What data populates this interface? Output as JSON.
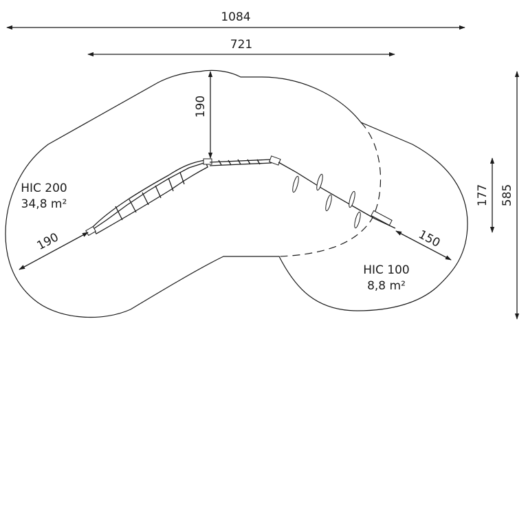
{
  "dimensions": {
    "total_width": "1084",
    "equipment_width": "721",
    "top_offset": "190",
    "left_offset": "190",
    "right_offset": "150",
    "equipment_depth": "177",
    "total_depth": "585"
  },
  "zones": {
    "hic200": {
      "label": "HIC 200",
      "area": "34,8 m²"
    },
    "hic100": {
      "label": "HIC 100",
      "area": "8,8 m²"
    }
  }
}
